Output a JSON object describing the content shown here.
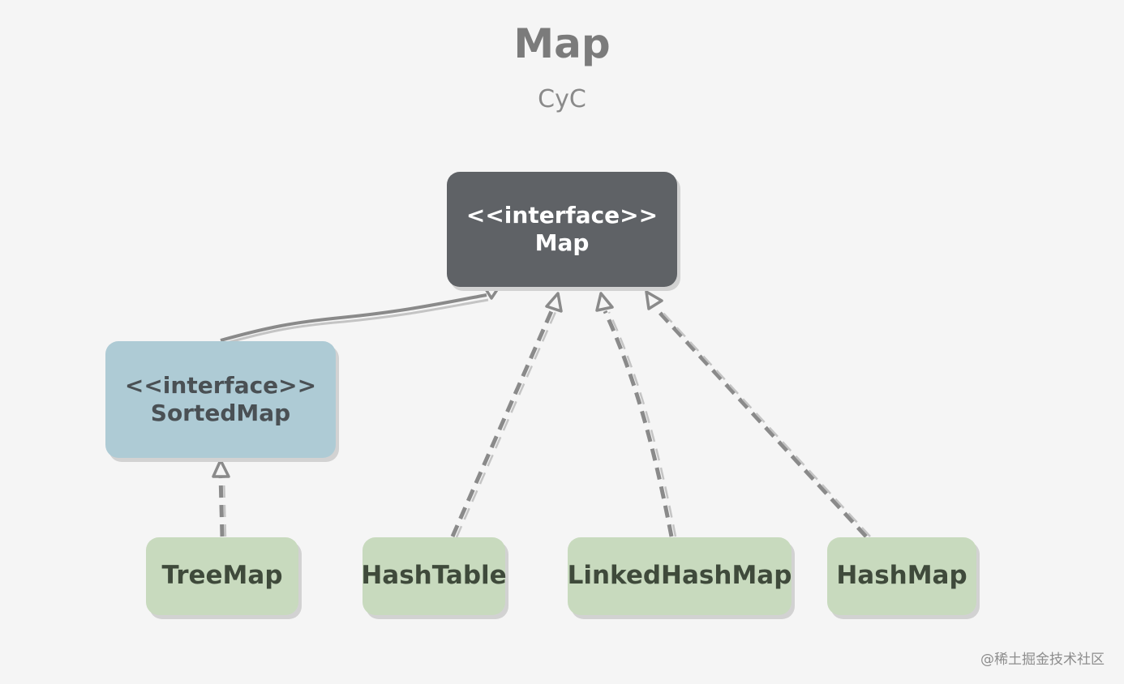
{
  "title": "Map",
  "subtitle": "CyC",
  "nodes": {
    "map": {
      "stereotype": "<<interface>>",
      "name": "Map"
    },
    "sortedmap": {
      "stereotype": "<<interface>>",
      "name": "SortedMap"
    },
    "treemap": {
      "name": "TreeMap"
    },
    "hashtable": {
      "name": "HashTable"
    },
    "linkedhashmap": {
      "name": "LinkedHashMap"
    },
    "hashmap": {
      "name": "HashMap"
    }
  },
  "edges": [
    {
      "from": "SortedMap",
      "to": "Map",
      "kind": "extends"
    },
    {
      "from": "TreeMap",
      "to": "SortedMap",
      "kind": "implements"
    },
    {
      "from": "HashTable",
      "to": "Map",
      "kind": "implements"
    },
    {
      "from": "LinkedHashMap",
      "to": "Map",
      "kind": "implements"
    },
    {
      "from": "HashMap",
      "to": "Map",
      "kind": "implements"
    }
  ],
  "colors": {
    "background": "#f5f5f5",
    "interface_dark": "#5f6266",
    "interface_light": "#aecbd5",
    "class": "#c8dabe",
    "edge": "#8a8a8a"
  },
  "watermark": "@稀土掘金技术社区"
}
